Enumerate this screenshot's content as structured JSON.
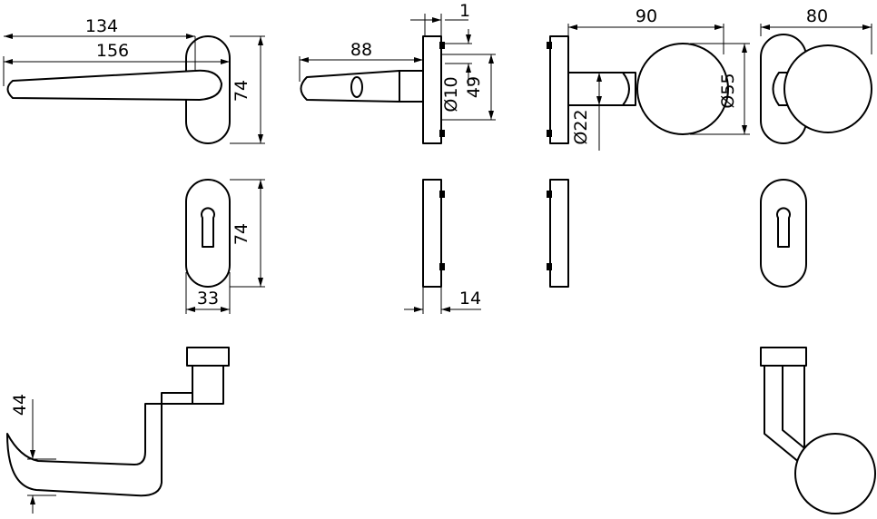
{
  "dimensions": {
    "lever_inner_length": "134",
    "lever_total_length": "156",
    "rose_height_top": "74",
    "lever_projection": "88",
    "spindle_offset": "1",
    "spindle_diameter": "Ø10",
    "rose_span": "49",
    "knob_projection": "90",
    "knob_diameter": "Ø55",
    "neck_diameter": "Ø22",
    "knob_rose_width": "80",
    "rose_height_bottom": "74",
    "rose_width": "33",
    "rose_thickness": "14",
    "lever_grip_height": "44"
  }
}
